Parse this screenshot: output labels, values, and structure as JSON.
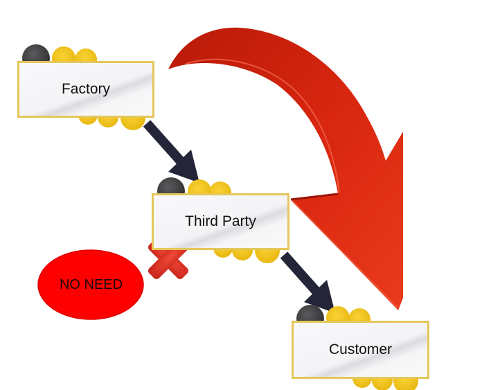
{
  "diagram": {
    "nodes": [
      {
        "id": "factory",
        "label": "Factory"
      },
      {
        "id": "third-party",
        "label": "Third Party"
      },
      {
        "id": "customer",
        "label": "Customer"
      }
    ],
    "edges": [
      {
        "from": "factory",
        "to": "third-party",
        "style": "dark-arrow"
      },
      {
        "from": "third-party",
        "to": "customer",
        "style": "dark-arrow"
      },
      {
        "from": "factory",
        "to": "customer",
        "style": "big-red-curved-arrow"
      }
    ],
    "annotation": {
      "label": "NO NEED",
      "icon": "cross-icon",
      "target": "third-party"
    },
    "colors": {
      "box_border": "#e4c75a",
      "coin_yellow": "#f2c318",
      "coin_dark": "#3e3e40",
      "dark_arrow": "#25253a",
      "red_arrow": "#d8260f",
      "no_need_fill": "#ff0000",
      "cross": "#e0362a"
    }
  }
}
